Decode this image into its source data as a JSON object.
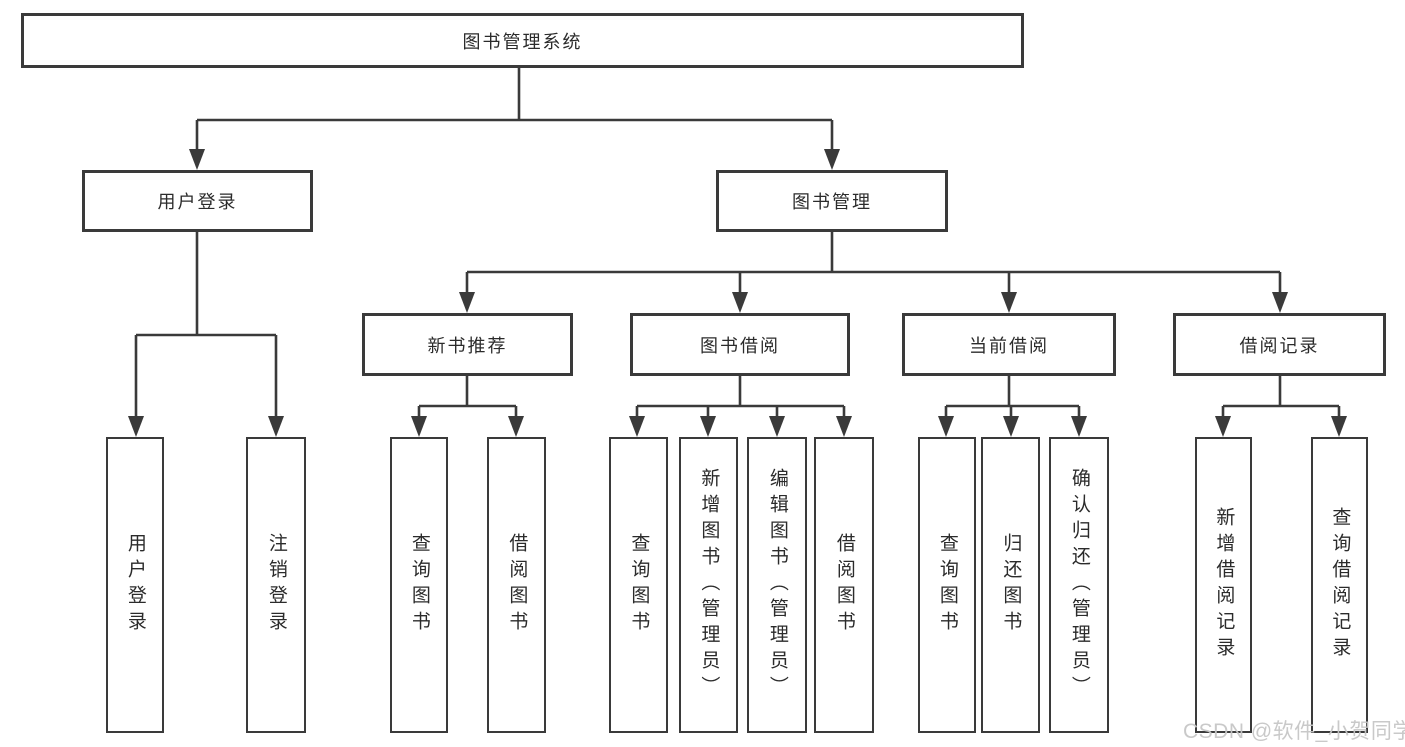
{
  "diagram": {
    "type": "hierarchy-tree",
    "watermark": "CSDN @软件_小贺同学",
    "colors": {
      "line": "#3a3a3a",
      "box_border": "#3a3a3a",
      "box_fill": "#ffffff",
      "text": "#2b2b2b",
      "watermark": "#c6c6c6"
    },
    "nodes": {
      "root": "图书管理系统",
      "user_login": "用户登录",
      "book_mgmt": "图书管理",
      "new_book_rec": "新书推荐",
      "book_borrow": "图书借阅",
      "current_borrow": "当前借阅",
      "borrow_record": "借阅记录",
      "leaf_user_login": "用户登录",
      "leaf_logout": "注销登录",
      "leaf_query_book_1": "查询图书",
      "leaf_borrow_book_1": "借阅图书",
      "leaf_query_book_2": "查询图书",
      "leaf_add_book": "新增图书（管理员）",
      "leaf_edit_book": "编辑图书（管理员）",
      "leaf_borrow_book_2": "借阅图书",
      "leaf_query_book_3": "查询图书",
      "leaf_return_book": "归还图书",
      "leaf_confirm_return": "确认归还（管理员）",
      "leaf_add_borrow_record": "新增借阅记录",
      "leaf_query_borrow_record": "查询借阅记录"
    },
    "edges": [
      [
        "图书管理系统",
        "用户登录"
      ],
      [
        "图书管理系统",
        "图书管理"
      ],
      [
        "用户登录",
        "用户登录(子)"
      ],
      [
        "用户登录",
        "注销登录"
      ],
      [
        "图书管理",
        "新书推荐"
      ],
      [
        "图书管理",
        "图书借阅"
      ],
      [
        "图书管理",
        "当前借阅"
      ],
      [
        "图书管理",
        "借阅记录"
      ],
      [
        "新书推荐",
        "查询图书"
      ],
      [
        "新书推荐",
        "借阅图书"
      ],
      [
        "图书借阅",
        "查询图书"
      ],
      [
        "图书借阅",
        "新增图书（管理员）"
      ],
      [
        "图书借阅",
        "编辑图书（管理员）"
      ],
      [
        "图书借阅",
        "借阅图书"
      ],
      [
        "当前借阅",
        "查询图书"
      ],
      [
        "当前借阅",
        "归还图书"
      ],
      [
        "当前借阅",
        "确认归还（管理员）"
      ],
      [
        "借阅记录",
        "新增借阅记录"
      ],
      [
        "借阅记录",
        "查询借阅记录"
      ]
    ]
  }
}
